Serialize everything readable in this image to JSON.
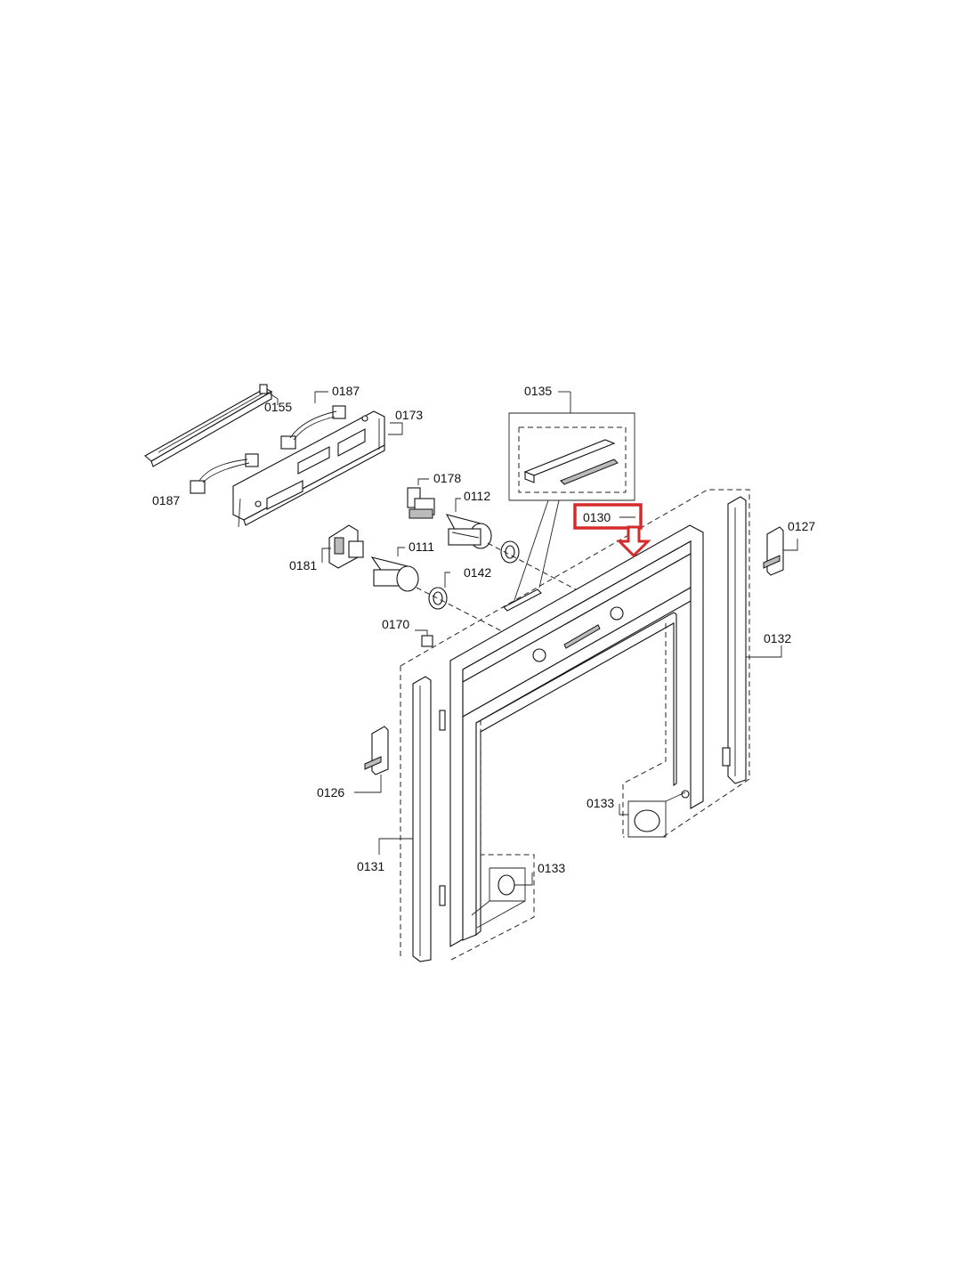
{
  "diagram": {
    "labels": [
      {
        "id": "label-0155",
        "text": "0155"
      },
      {
        "id": "label-0187-top",
        "text": "0187"
      },
      {
        "id": "label-0173",
        "text": "0173"
      },
      {
        "id": "label-0187-left",
        "text": "0187"
      },
      {
        "id": "label-0178",
        "text": "0178"
      },
      {
        "id": "label-0112",
        "text": "0112"
      },
      {
        "id": "label-0135",
        "text": "0135"
      },
      {
        "id": "label-0130",
        "text": "0130"
      },
      {
        "id": "label-0127",
        "text": "0127"
      },
      {
        "id": "label-0181",
        "text": "0181"
      },
      {
        "id": "label-0111",
        "text": "0111"
      },
      {
        "id": "label-0142",
        "text": "0142"
      },
      {
        "id": "label-0170",
        "text": "0170"
      },
      {
        "id": "label-0132",
        "text": "0132"
      },
      {
        "id": "label-0126",
        "text": "0126"
      },
      {
        "id": "label-0133-right",
        "text": "0133"
      },
      {
        "id": "label-0131",
        "text": "0131"
      },
      {
        "id": "label-0133-bottom",
        "text": "0133"
      }
    ],
    "highlight": {
      "part": "0130",
      "color": "#d62b2b"
    }
  }
}
